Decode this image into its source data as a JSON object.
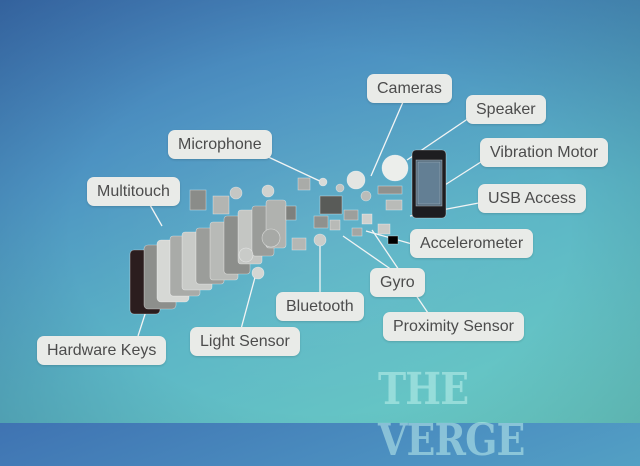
{
  "labels": {
    "cameras": "Cameras",
    "speaker": "Speaker",
    "microphone": "Microphone",
    "vibration_motor": "Vibration Motor",
    "multitouch": "Multitouch",
    "usb_access": "USB Access",
    "accelerometer": "Accelerometer",
    "gyro": "Gyro",
    "bluetooth": "Bluetooth",
    "proximity_sensor": "Proximity Sensor",
    "light_sensor": "Light Sensor",
    "hardware_keys": "Hardware Keys"
  },
  "watermark": "THE VERGE",
  "colors": {
    "label_bg": "#e9ebe8",
    "label_text": "#4c4c4c",
    "leader_line": "#f2f4f4"
  }
}
